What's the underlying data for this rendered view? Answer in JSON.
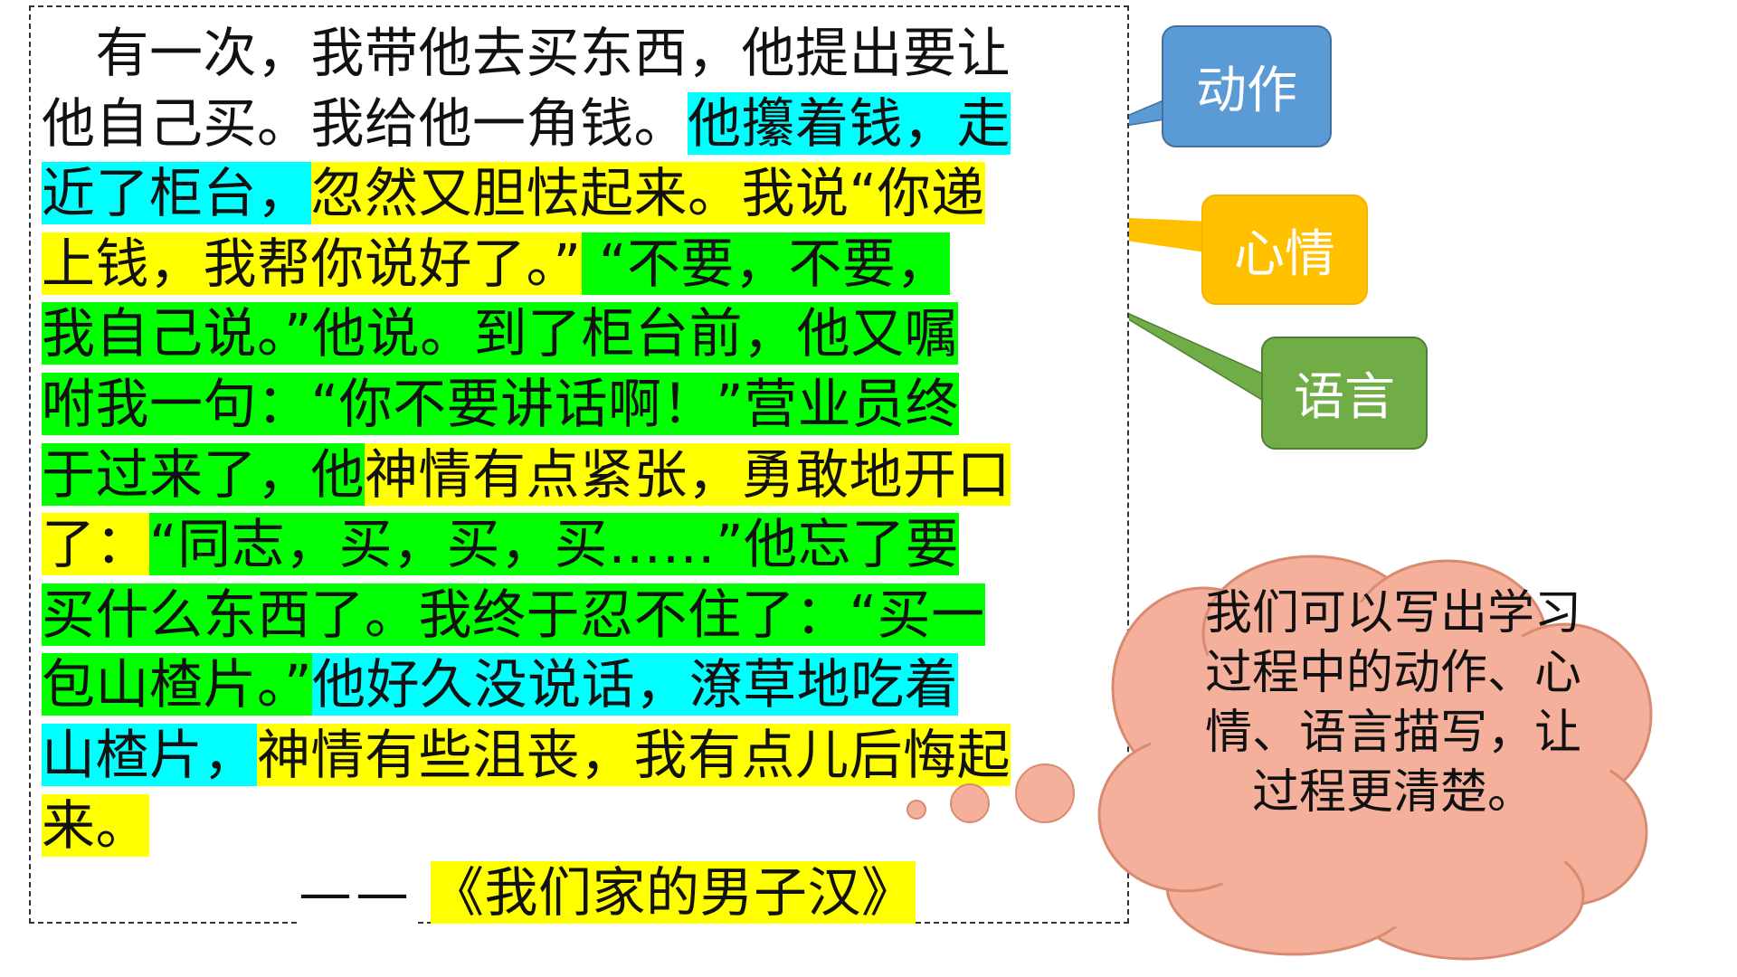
{
  "passage": {
    "lines": [
      [
        {
          "t": "　有一次，我带他去买东西，他提出要让",
          "hl": "none"
        }
      ],
      [
        {
          "t": "他自己买。我给他一角钱。",
          "hl": "none"
        },
        {
          "t": "他攥着钱，走",
          "hl": "cyan"
        }
      ],
      [
        {
          "t": "近了柜台，",
          "hl": "cyan"
        },
        {
          "t": "忽然又胆怯起来。我说“你递",
          "hl": "yellow"
        }
      ],
      [
        {
          "t": "上钱，我帮你说好了。”",
          "hl": "yellow"
        },
        {
          "t": "  “不要，不要，",
          "hl": "green"
        }
      ],
      [
        {
          "t": "我自己说。”他说。到了柜台前，他又嘱",
          "hl": "green"
        }
      ],
      [
        {
          "t": "咐我一句：“你不要讲话啊！”营业员终",
          "hl": "green"
        }
      ],
      [
        {
          "t": "于过来了，他",
          "hl": "green"
        },
        {
          "t": "神情有点紧张，勇敢地开口",
          "hl": "yellow"
        }
      ],
      [
        {
          "t": "了：",
          "hl": "yellow"
        },
        {
          "t": "“同志，买，买，买……”他忘了要",
          "hl": "green"
        }
      ],
      [
        {
          "t": "买什么东西了。我终于忍不住了：“买一",
          "hl": "green"
        }
      ],
      [
        {
          "t": "包山楂片。”",
          "hl": "green"
        },
        {
          "t": "他好久没说话，潦草地吃着",
          "hl": "cyan"
        }
      ],
      [
        {
          "t": "山楂片，",
          "hl": "cyan"
        },
        {
          "t": "神情有些沮丧，我有点儿后悔起",
          "hl": "yellow"
        }
      ],
      [
        {
          "t": "来。",
          "hl": "yellow"
        }
      ]
    ],
    "source_dash": "——",
    "source_title": "《我们家的男子汉》"
  },
  "callouts": {
    "action": "动作",
    "mood": "心情",
    "speech": "语言"
  },
  "cloud_note": "我们可以写出学习过程中的动作、心情、语言描写，让过程更清楚。",
  "colors": {
    "cyan": "#00ffff",
    "yellow": "#ffff00",
    "green": "#00ff00",
    "action_callout": "#5b9bd5",
    "mood_callout": "#ffc000",
    "speech_callout": "#70ad47",
    "cloud_fill": "#f4b09a"
  }
}
